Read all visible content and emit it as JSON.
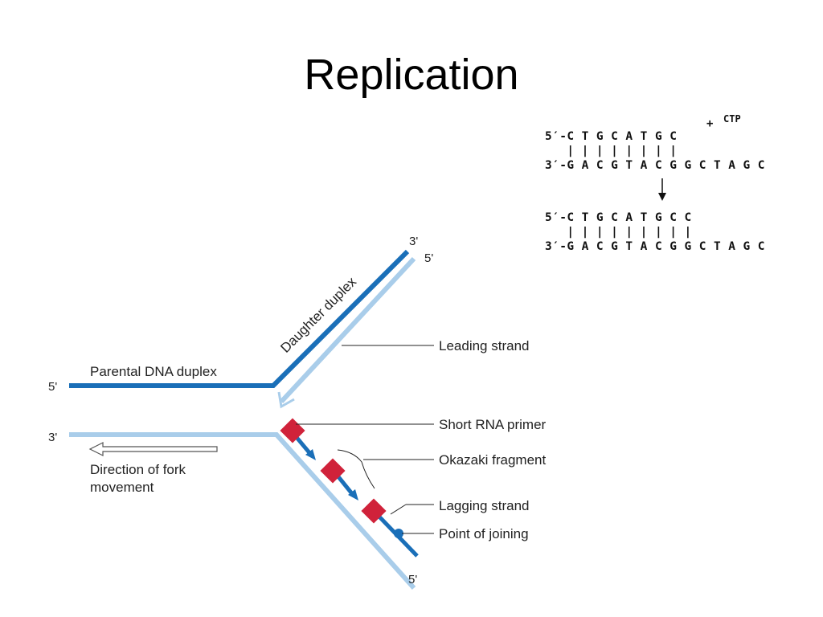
{
  "title": "Replication",
  "sequence": {
    "ctp": "CTP",
    "plus": "+",
    "before": {
      "top": "5′-C T G C A T G C",
      "pairs": "   | | | | | | | |",
      "bottom": "3′-G A C G T A C G G C T A G C"
    },
    "after": {
      "top": "5′-C T G C A T G C C",
      "pairs": "   | | | | | | | | |",
      "bottom": "3′-G A C G T A C G G C T A G C"
    }
  },
  "diagram": {
    "labels": {
      "daughter_duplex": "Daughter duplex",
      "parental_duplex": "Parental DNA duplex",
      "leading_strand": "Leading strand",
      "short_rna_primer": "Short RNA primer",
      "okazaki_fragment": "Okazaki fragment",
      "lagging_strand": "Lagging strand",
      "point_of_joining": "Point of joining",
      "fork_direction_line1": "Direction of fork",
      "fork_direction_line2": "movement"
    },
    "ends": {
      "top_3": "3'",
      "top_5": "5'",
      "left_5": "5'",
      "left_3": "3'",
      "bottom_5": "5'"
    },
    "colors": {
      "dark_strand": "#1a6fb8",
      "light_strand": "#a9cdea",
      "primer": "#d0223a"
    }
  }
}
